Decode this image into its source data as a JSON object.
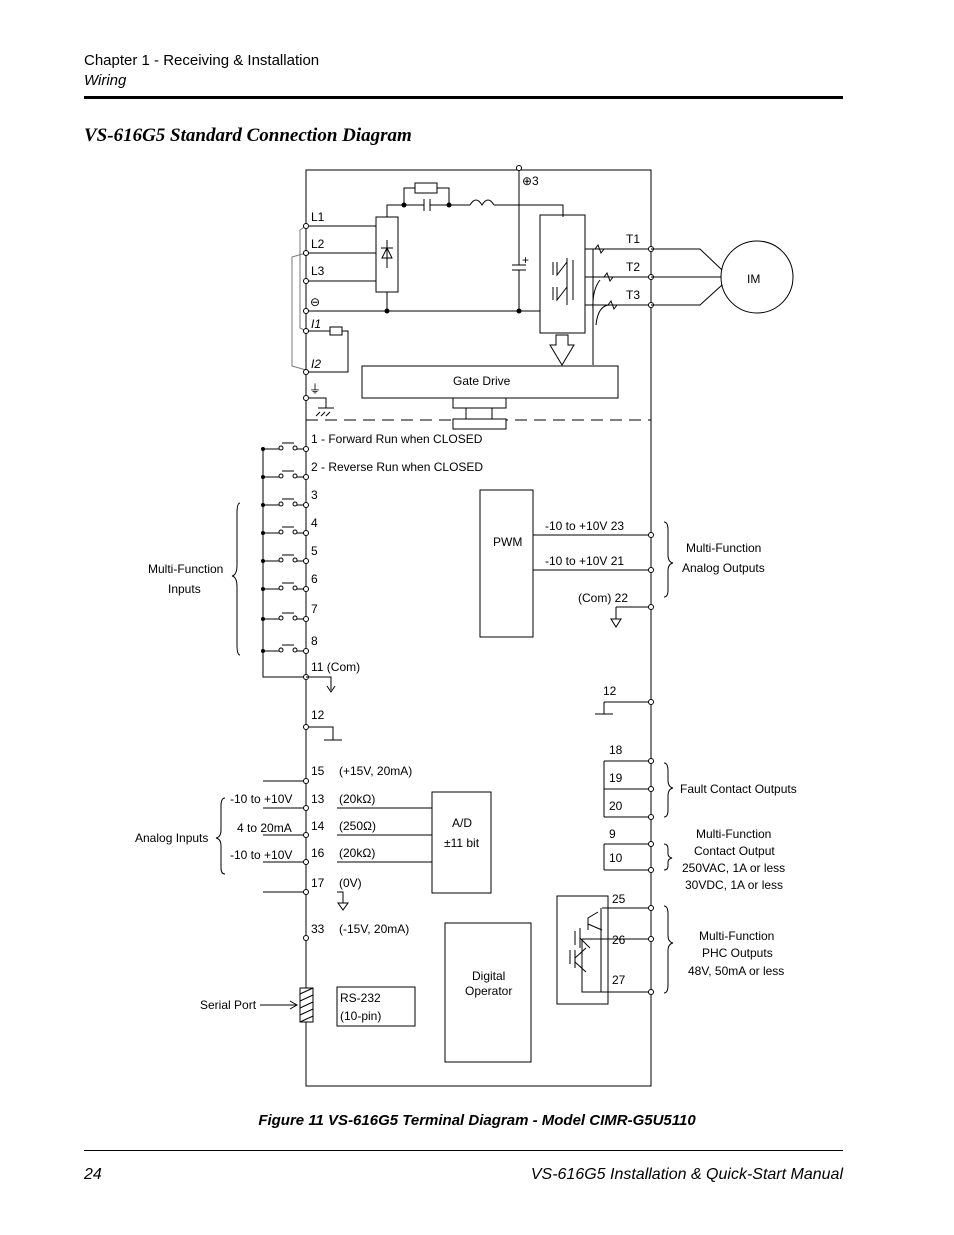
{
  "header": {
    "chapter": "Chapter 1 - Receiving & Installation",
    "section": "Wiring"
  },
  "title": "VS-616G5 Standard Connection Diagram",
  "diagram": {
    "power": {
      "l1": "L1",
      "l2": "L2",
      "l3": "L3",
      "minus": "⊖",
      "i1": "I1",
      "i2": "I2",
      "ground": "⏚",
      "plus3": "⊕3",
      "t1": "T1",
      "t2": "T2",
      "t3": "T3",
      "motor": "IM",
      "gate_drive": "Gate Drive",
      "cap_plus": "+"
    },
    "inputs": {
      "items": [
        "1 - Forward Run when CLOSED",
        "2 - Reverse Run when CLOSED",
        "3",
        "4",
        "5",
        "6",
        "7",
        "8"
      ],
      "com": "11 (Com)",
      "group_label_1": "Multi-Function",
      "group_label_2": "Inputs",
      "t12": "12"
    },
    "analog_inputs": {
      "group_label": "Analog Inputs",
      "rows": [
        {
          "term": "15",
          "spec": "(+15V, 20mA)",
          "signal": ""
        },
        {
          "term": "13",
          "spec": "(20kΩ)",
          "signal": "-10 to +10V"
        },
        {
          "term": "14",
          "spec": "(250Ω)",
          "signal": "4 to 20mA"
        },
        {
          "term": "16",
          "spec": "(20kΩ)",
          "signal": "-10 to +10V"
        },
        {
          "term": "17",
          "spec": "(0V)",
          "signal": ""
        },
        {
          "term": "33",
          "spec": "(-15V, 20mA)",
          "signal": ""
        }
      ],
      "ad_1": "A/D",
      "ad_2": "±11 bit"
    },
    "digital_operator_1": "Digital",
    "digital_operator_2": "Operator",
    "serial": {
      "label": "Serial Port",
      "rs232_1": "RS-232",
      "rs232_2": "(10-pin)"
    },
    "pwm": "PWM",
    "analog_outputs": {
      "o23": "-10 to +10V   23",
      "o21": "-10 to +10V   21",
      "com22": "(Com) 22",
      "label_1": "Multi-Function",
      "label_2": "Analog Outputs"
    },
    "out12": "12",
    "fault": {
      "t18": "18",
      "t19": "19",
      "t20": "20",
      "label": "Fault Contact Outputs"
    },
    "contact": {
      "t9": "9",
      "t10": "10",
      "label_1": "Multi-Function",
      "label_2": "Contact Output",
      "label_3": "250VAC, 1A or less",
      "label_4": "30VDC, 1A or less"
    },
    "phc": {
      "t25": "25",
      "t26": "26",
      "t27": "27",
      "label_1": "Multi-Function",
      "label_2": "PHC Outputs",
      "label_3": "48V, 50mA or less"
    }
  },
  "caption": "Figure 11    VS-616G5 Terminal Diagram - Model CIMR-G5U5110",
  "footer": {
    "page": "24",
    "manual": "VS-616G5 Installation & Quick-Start Manual"
  }
}
